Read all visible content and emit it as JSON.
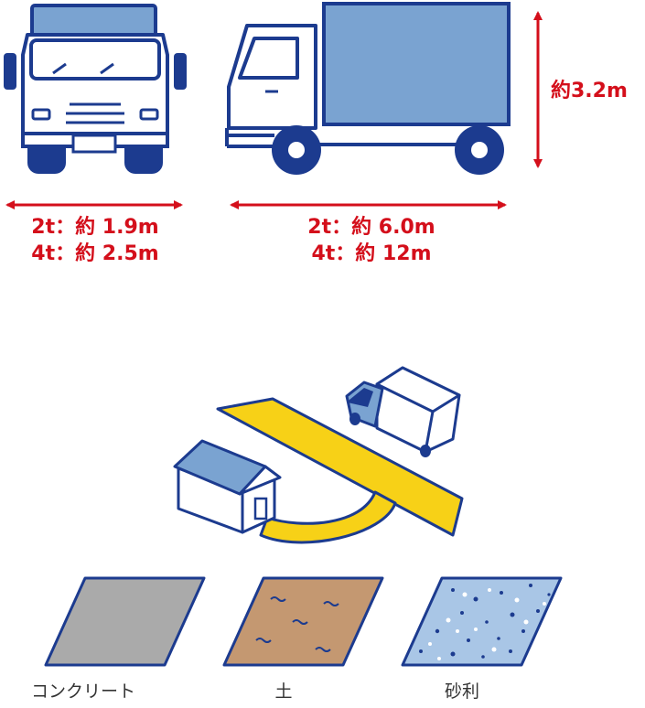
{
  "dimensions": {
    "width_front": [
      "2t：約 1.9m",
      "4t：約 2.5m"
    ],
    "length_side": [
      "2t：約 6.0m",
      "4t：約 12m"
    ],
    "height": "約3.2m"
  },
  "surfaces": [
    {
      "label": "コンクリート",
      "color": "#aaaaaa"
    },
    {
      "label": "土",
      "color": "#c49871"
    },
    {
      "label": "砂利",
      "color": "#a9c6e6"
    }
  ],
  "colors": {
    "truck_outline": "#1c3b8f",
    "truck_body": "#7aa3d1",
    "dimension_red": "#d40f1b",
    "road_yellow": "#f7d117"
  }
}
